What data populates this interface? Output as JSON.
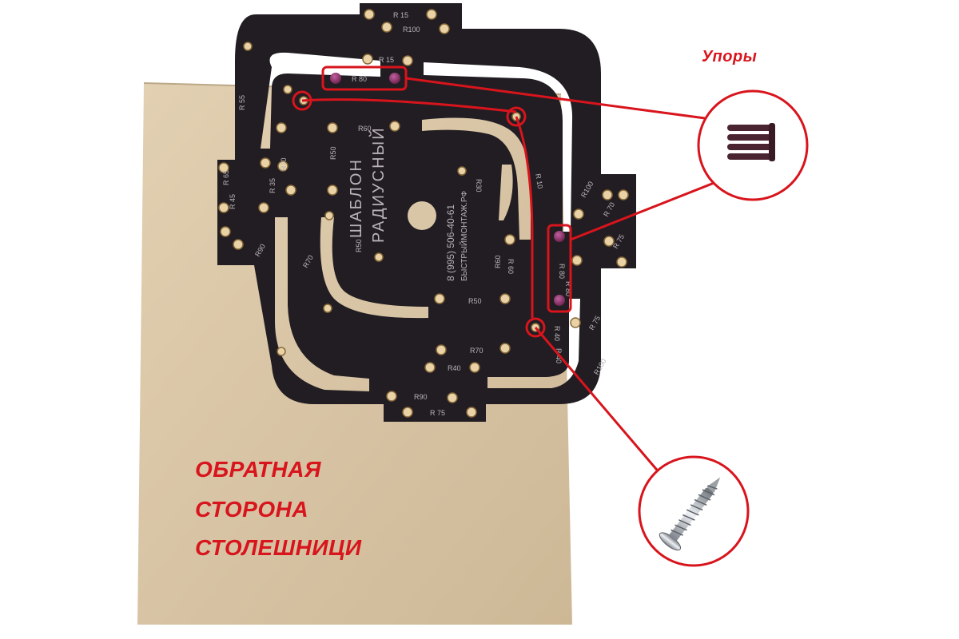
{
  "labels": {
    "stops": "Упоры",
    "back_side": [
      "ОБРАТНАЯ",
      "СТОРОНА",
      "СТОЛЕШНИЦИ"
    ]
  },
  "template": {
    "title_line1": "ШАБЛОН",
    "title_line2": "РАДИУСНЫЙ",
    "phone": "8 (995) 506-40-61",
    "site": "БЫСТРЫЙМОНТАЖ.РФ",
    "radius_marks": [
      "R 15",
      "R100",
      "R 15",
      "R 80",
      "R60",
      "R 55",
      "R50",
      "R70",
      "R 45",
      "R 35",
      "R90",
      "R70",
      "R50",
      "R30",
      "R60",
      "R 10",
      "R100",
      "R 75",
      "R 80",
      "R 60",
      "R50",
      "R 40",
      "R 75",
      "R70",
      "R40",
      "R90",
      "R 75",
      "R 70",
      "R 80",
      "R 40",
      "R 65",
      "R100"
    ]
  },
  "colors": {
    "accent": "#d8141c",
    "plate": "#211d22",
    "board": "#d9c6a7",
    "hole_fill": "#e8d2a6"
  },
  "icons": {
    "stops": "stop-pins-icon",
    "screw": "screw-icon"
  }
}
